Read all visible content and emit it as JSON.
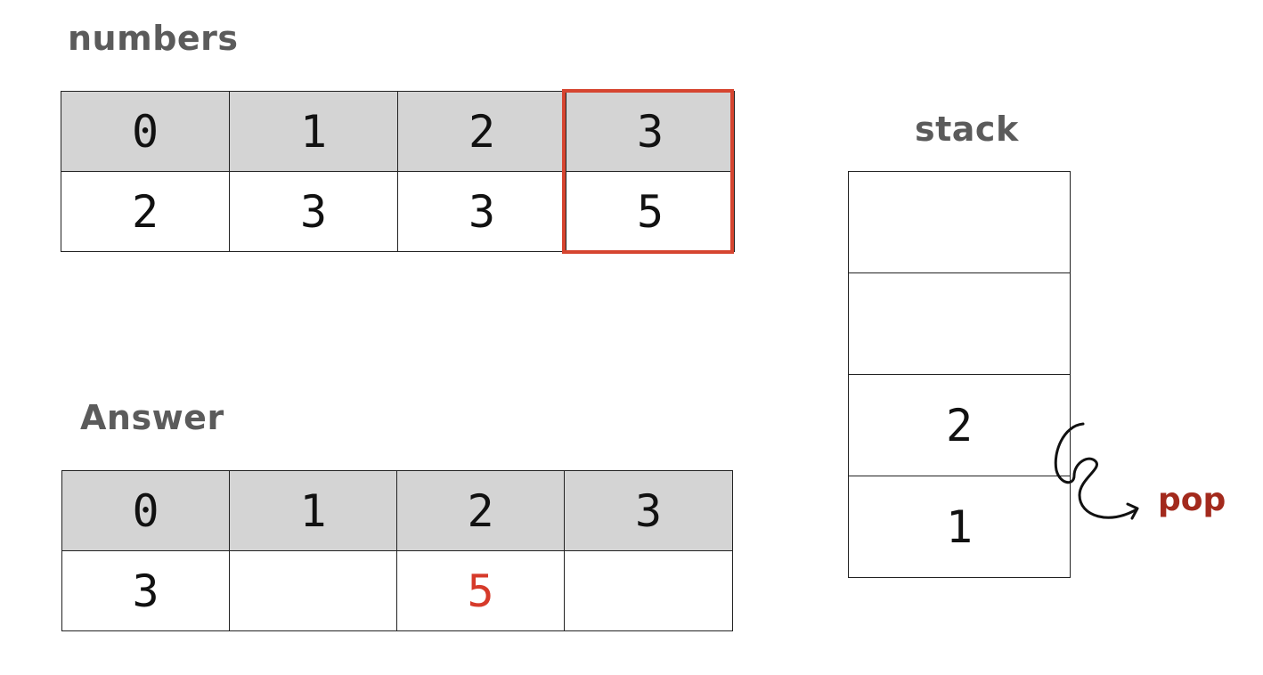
{
  "numbers": {
    "title": "numbers",
    "indices": [
      "0",
      "1",
      "2",
      "3"
    ],
    "values": [
      "2",
      "3",
      "3",
      "5"
    ],
    "highlighted_index": 3
  },
  "answer": {
    "title": "Answer",
    "indices": [
      "0",
      "1",
      "2",
      "3"
    ],
    "values": [
      "3",
      "",
      "5",
      ""
    ],
    "highlighted_value_index": 2
  },
  "stack": {
    "title": "stack",
    "slots_top_to_bottom": [
      "",
      "",
      "2",
      "1"
    ]
  },
  "pop": {
    "label": "pop",
    "icon": "curly-arrow-icon"
  },
  "colors": {
    "highlight_border": "#d64530",
    "highlight_text": "#d63a2a",
    "pop_label": "#a32a1d",
    "header_fill": "#d4d4d4",
    "title_text": "#5b5b5b"
  }
}
